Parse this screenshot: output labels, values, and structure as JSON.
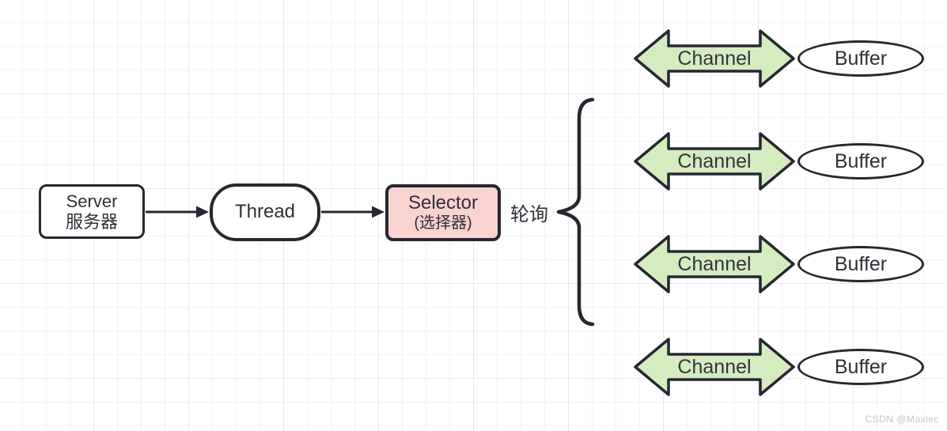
{
  "diagram": {
    "title_hint": "Java NIO Selector polling diagram",
    "server": {
      "line1": "Server",
      "line2": "服务器"
    },
    "thread": {
      "label": "Thread"
    },
    "selector": {
      "line1": "Selector",
      "line2": "(选择器)"
    },
    "polling_label": "轮询",
    "rows": [
      {
        "channel": "Channel",
        "buffer": "Buffer"
      },
      {
        "channel": "Channel",
        "buffer": "Buffer"
      },
      {
        "channel": "Channel",
        "buffer": "Buffer"
      },
      {
        "channel": "Channel",
        "buffer": "Buffer"
      }
    ],
    "colors": {
      "stroke": "#262730",
      "channel_fill": "#d5ecc0",
      "selector_fill": "#f8d3d0",
      "grid_minor": "#f3f3f6",
      "grid_major": "#e9e9ee",
      "watermark": "#c3c6cd"
    },
    "watermark": "CSDN @Maxlec"
  }
}
